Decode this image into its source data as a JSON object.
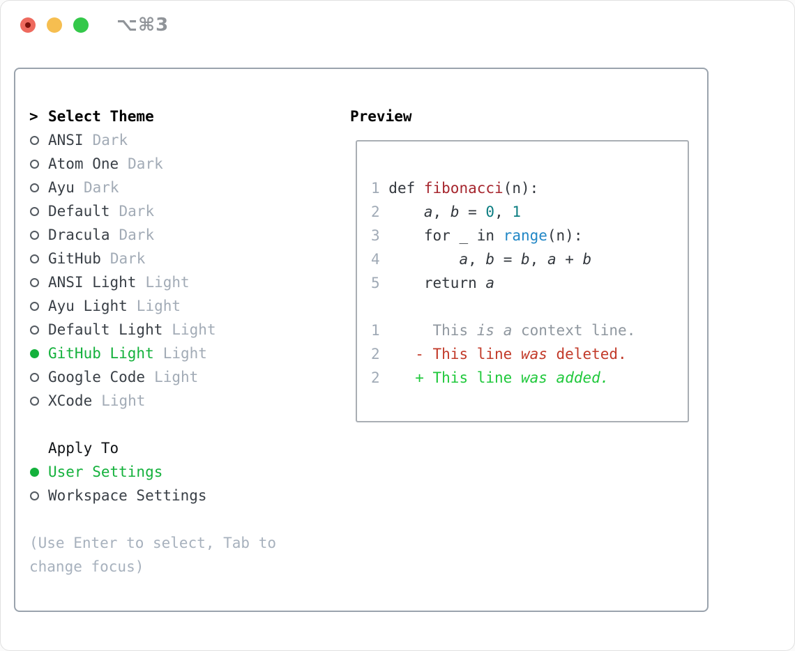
{
  "titlebar": {
    "title": "⌥⌘3"
  },
  "theme_panel": {
    "header_prefix": ">",
    "header": "Select Theme",
    "items": [
      {
        "name": "ANSI",
        "tag": "Dark",
        "selected": false
      },
      {
        "name": "Atom One",
        "tag": "Dark",
        "selected": false
      },
      {
        "name": "Ayu",
        "tag": "Dark",
        "selected": false
      },
      {
        "name": "Default",
        "tag": "Dark",
        "selected": false
      },
      {
        "name": "Dracula",
        "tag": "Dark",
        "selected": false
      },
      {
        "name": "GitHub",
        "tag": "Dark",
        "selected": false
      },
      {
        "name": "ANSI Light",
        "tag": "Light",
        "selected": false
      },
      {
        "name": "Ayu Light",
        "tag": "Light",
        "selected": false
      },
      {
        "name": "Default Light",
        "tag": "Light",
        "selected": false
      },
      {
        "name": "GitHub Light",
        "tag": "Light",
        "selected": true
      },
      {
        "name": "Google Code",
        "tag": "Light",
        "selected": false
      },
      {
        "name": "XCode",
        "tag": "Light",
        "selected": false
      }
    ],
    "apply": {
      "header": "Apply To",
      "options": [
        {
          "label": "User Settings",
          "selected": true
        },
        {
          "label": "Workspace Settings",
          "selected": false
        }
      ]
    },
    "hint": "(Use Enter to select, Tab to change focus)"
  },
  "preview": {
    "header": "Preview",
    "lines": [
      {
        "num": "1",
        "tokens": [
          {
            "t": " def ",
            "c": "plain"
          },
          {
            "t": "fibonacci",
            "c": "func"
          },
          {
            "t": "(n):",
            "c": "plain"
          }
        ]
      },
      {
        "num": "2",
        "tokens": [
          {
            "t": "     ",
            "c": "plain"
          },
          {
            "t": "a",
            "c": "var"
          },
          {
            "t": ", ",
            "c": "plain"
          },
          {
            "t": "b",
            "c": "var"
          },
          {
            "t": " = ",
            "c": "plain"
          },
          {
            "t": "0",
            "c": "num"
          },
          {
            "t": ", ",
            "c": "plain"
          },
          {
            "t": "1",
            "c": "num"
          }
        ]
      },
      {
        "num": "3",
        "tokens": [
          {
            "t": "     for _ in ",
            "c": "plain"
          },
          {
            "t": "range",
            "c": "builtin"
          },
          {
            "t": "(n):",
            "c": "plain"
          }
        ]
      },
      {
        "num": "4",
        "tokens": [
          {
            "t": "         ",
            "c": "plain"
          },
          {
            "t": "a",
            "c": "var"
          },
          {
            "t": ", ",
            "c": "plain"
          },
          {
            "t": "b",
            "c": "var"
          },
          {
            "t": " = ",
            "c": "plain"
          },
          {
            "t": "b",
            "c": "var"
          },
          {
            "t": ", ",
            "c": "plain"
          },
          {
            "t": "a",
            "c": "var"
          },
          {
            "t": " + ",
            "c": "plain"
          },
          {
            "t": "b",
            "c": "var"
          }
        ]
      },
      {
        "num": "5",
        "tokens": [
          {
            "t": "     return ",
            "c": "plain"
          },
          {
            "t": "a",
            "c": "var"
          }
        ]
      },
      {
        "num": "",
        "tokens": []
      },
      {
        "num": "1",
        "tokens": [
          {
            "t": "      This ",
            "c": "ctx"
          },
          {
            "t": "is",
            "c": "ctx it"
          },
          {
            "t": " ",
            "c": "ctx"
          },
          {
            "t": "a",
            "c": "ctx it"
          },
          {
            "t": " context line.",
            "c": "ctx"
          }
        ]
      },
      {
        "num": "2",
        "tokens": [
          {
            "t": "    - This line ",
            "c": "del"
          },
          {
            "t": "was",
            "c": "del it"
          },
          {
            "t": " deleted.",
            "c": "del"
          }
        ]
      },
      {
        "num": "2",
        "tokens": [
          {
            "t": "    + This line ",
            "c": "add"
          },
          {
            "t": "was",
            "c": "add it"
          },
          {
            "t": " ",
            "c": "add"
          },
          {
            "t": "added.",
            "c": "add it"
          }
        ]
      }
    ]
  },
  "colors": {
    "selection_green": "#14b13c",
    "added_green": "#1fc83b",
    "deleted_red": "#c23a29",
    "function_red": "#a6262e",
    "number_teal": "#0b7d81",
    "builtin_blue": "#2187c6",
    "muted_gray": "#a2abb6",
    "code_gray": "#8f979f"
  }
}
